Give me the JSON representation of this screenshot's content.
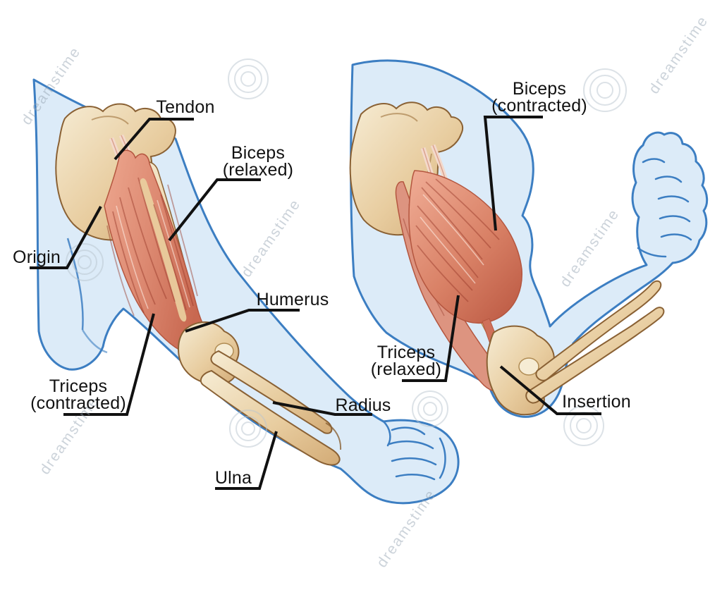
{
  "diagram": {
    "subject": "arm-muscle-anatomy",
    "panels": {
      "left": {
        "name": "arm-extended",
        "state_labels": [
          "Biceps (relaxed)",
          "Triceps (contracted)"
        ]
      },
      "right": {
        "name": "arm-flexed",
        "state_labels": [
          "Biceps (contracted)",
          "Triceps (relaxed)"
        ]
      }
    }
  },
  "labels": {
    "tendon": {
      "line1": "Tendon"
    },
    "biceps_relaxed": {
      "line1": "Biceps",
      "line2": "(relaxed)"
    },
    "origin": {
      "line1": "Origin"
    },
    "humerus": {
      "line1": "Humerus"
    },
    "triceps_contracted": {
      "line1": "Triceps",
      "line2": "(contracted)"
    },
    "radius": {
      "line1": "Radius"
    },
    "ulna": {
      "line1": "Ulna"
    },
    "biceps_contracted": {
      "line1": "Biceps",
      "line2": "(contracted)"
    },
    "triceps_relaxed": {
      "line1": "Triceps",
      "line2": "(relaxed)"
    },
    "insertion": {
      "line1": "Insertion"
    }
  },
  "watermark": {
    "text": "dreamstime"
  },
  "colors": {
    "background": "#ffffff",
    "body_fill": "#dcebf8",
    "body_outline": "#3c7ec2",
    "bone_light": "#f6ecd4",
    "bone_dark": "#d9b684",
    "bone_outline": "#8a6134",
    "muscle_light": "#eda68e",
    "muscle_dark": "#c65f4a",
    "leader_line": "#111111",
    "label_text": "#121212",
    "watermark": "#aebcc9"
  }
}
